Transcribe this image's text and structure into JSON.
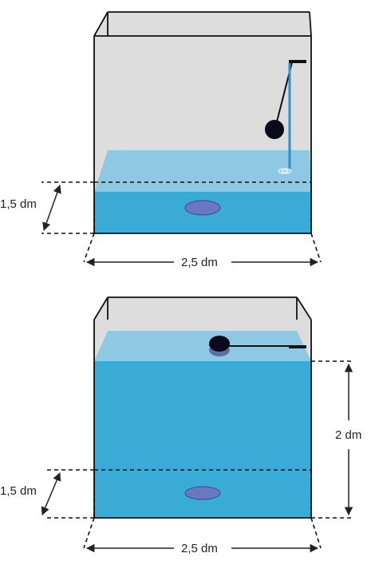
{
  "colors": {
    "glass_back": "#dcdcdc",
    "water_surface": "#8ec8e2",
    "water_body": "#3aaad6",
    "drain": "#6a78c2",
    "ink": "#111111",
    "float_ball": "#0a0a1a",
    "stream": "#2c8fd6"
  },
  "figures": [
    {
      "dim_depth_label": "1,5 dm",
      "dim_width_label": "2,5 dm"
    },
    {
      "dim_depth_label": "1,5 dm",
      "dim_width_label": "2,5 dm",
      "dim_height_label": "2 dm"
    }
  ]
}
